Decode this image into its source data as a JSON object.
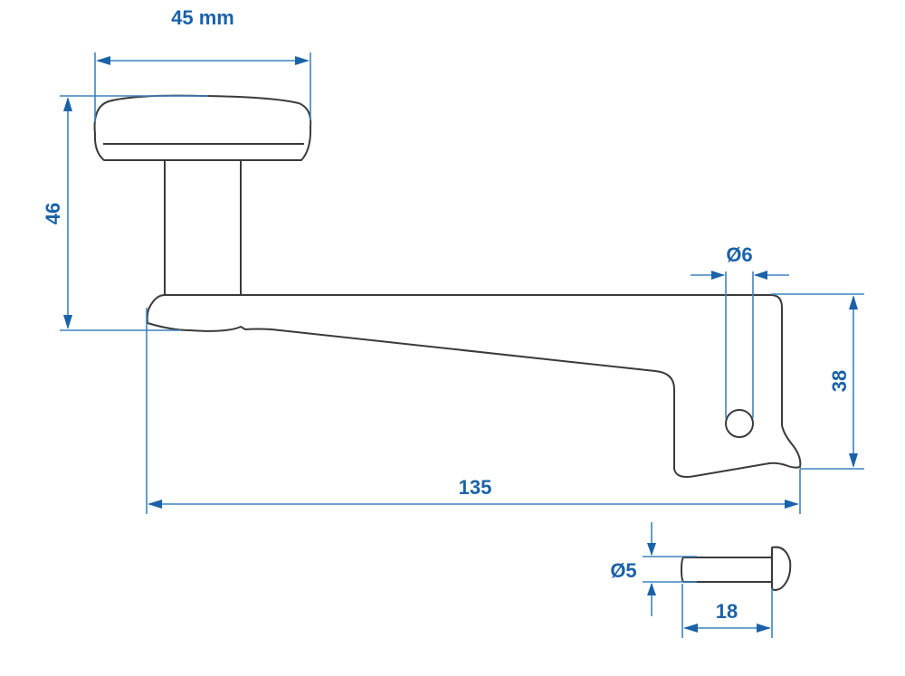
{
  "drawing": {
    "title": "Crank handle technical drawing",
    "colors": {
      "dimension": "#1a62a8",
      "outline": "#3a3a3a",
      "background": "#ffffff"
    },
    "dimensions": {
      "knob_width": "45 mm",
      "total_height": "46",
      "hole_diameter": "Ø6",
      "arm_end_height": "38",
      "total_length": "135",
      "pin_diameter": "Ø5",
      "pin_length": "18"
    },
    "parts": [
      "crank-arm",
      "knob-handle",
      "pin"
    ]
  }
}
